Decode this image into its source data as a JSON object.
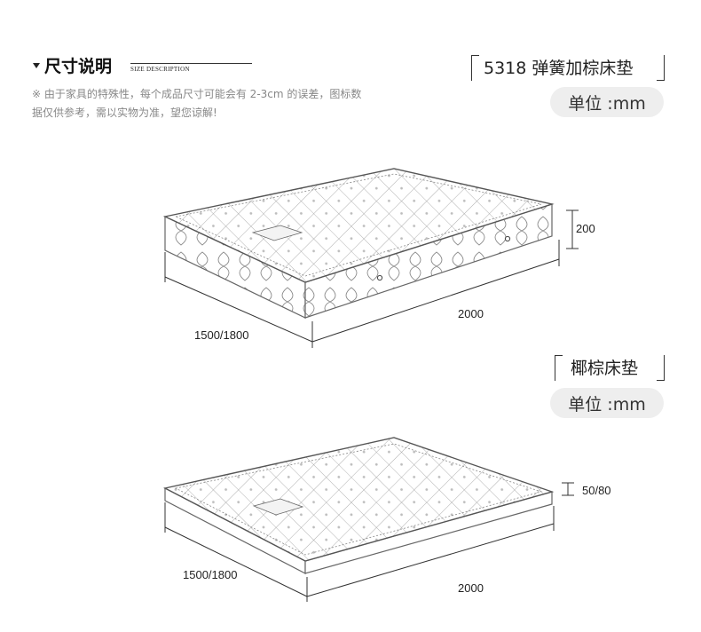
{
  "header": {
    "section_title": "尺寸说明",
    "section_subtitle": "SIZE DESCRIPTION",
    "notice": "※ 由于家具的特殊性，每个成品尺寸可能会有 2-3cm 的误差，图标数据仅供参考，需以实物为准，望您谅解!"
  },
  "products": [
    {
      "title": "5318 弹簧加棕床垫",
      "unit": "单位 :mm",
      "height_label": "200",
      "width_label": "1500/1800",
      "length_label": "2000"
    },
    {
      "title": "椰棕床垫",
      "unit": "单位 :mm",
      "height_label": "50/80",
      "width_label": "1500/1800",
      "length_label": "2000"
    }
  ]
}
